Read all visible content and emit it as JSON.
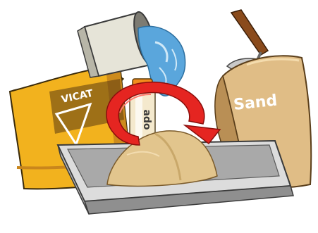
{
  "illustration": {
    "cement_bag": {
      "label": "VICAT",
      "color": "#f2b21e",
      "shade": "#c9861c"
    },
    "sand_bag": {
      "label": "Sand",
      "color": "#e0bd86",
      "shade": "#b98f55"
    },
    "bottle_label": "ado",
    "water_color": "#5aa6dc",
    "arrow_color": "#e52521",
    "sand_pile_color": "#e2c58d",
    "tray_color": "#c8c8c8",
    "bucket_color": "#e6e4d8",
    "trowel_handle_color": "#8a4b1c"
  }
}
